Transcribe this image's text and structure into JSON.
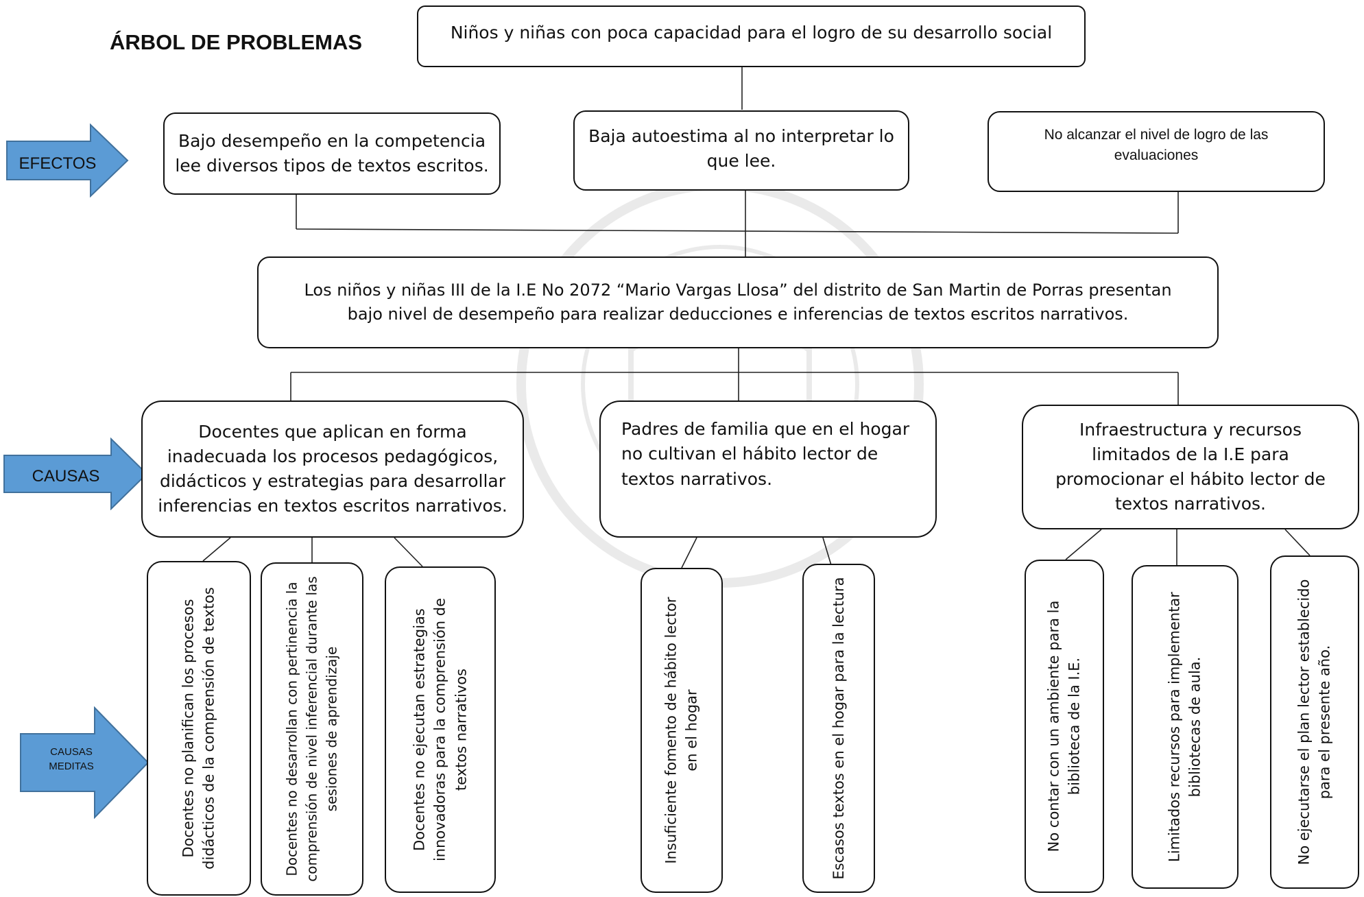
{
  "title": "ÁRBOL DE PROBLEMAS",
  "arrows": {
    "efectos": "EFECTOS",
    "causas": "CAUSAS",
    "causas_mediatas_line1": "CAUSAS",
    "causas_mediatas_line2": "MEDITAS",
    "color": "#5b9bd5"
  },
  "top_effect": "Niños y niñas con poca capacidad para el logro de su desarrollo social",
  "effects": [
    "Bajo desempeño en la competencia lee diversos tipos de textos escritos.",
    "Baja autoestima al no  interpretar lo que lee.",
    "No alcanzar el nivel de logro de las evaluaciones"
  ],
  "central_problem": "Los niños y niñas III de la I.E No 2072 “Mario Vargas Llosa” del distrito de San Martin de Porras presentan bajo nivel de desempeño para realizar deducciones e inferencias de textos escritos narrativos.",
  "causes": [
    "Docentes que aplican en forma inadecuada los procesos pedagógicos, didácticos y estrategias para desarrollar inferencias en  textos escritos narrativos.",
    "Padres de familia que en el hogar no cultivan el hábito lector de textos narrativos.",
    "Infraestructura y recursos limitados de la I.E para promocionar el hábito lector de textos narrativos."
  ],
  "sub_causes": [
    "Docentes no planifican los procesos didácticos de la comprensión de textos",
    "Docentes no desarrollan con pertinencia la comprensión de nivel inferencial durante las sesiones de aprendizaje",
    "Docentes no ejecutan estrategias innovadoras para la comprensión de textos narrativos",
    "Insuficiente  fomento de hábito lector en el hogar",
    "Escasos textos en el hogar para la lectura",
    "No contar con un ambiente para la biblioteca  de la I.E.",
    "Limitados recursos para implementar bibliotecas de aula.",
    "No ejecutarse el plan lector establecido para el presente año."
  ]
}
